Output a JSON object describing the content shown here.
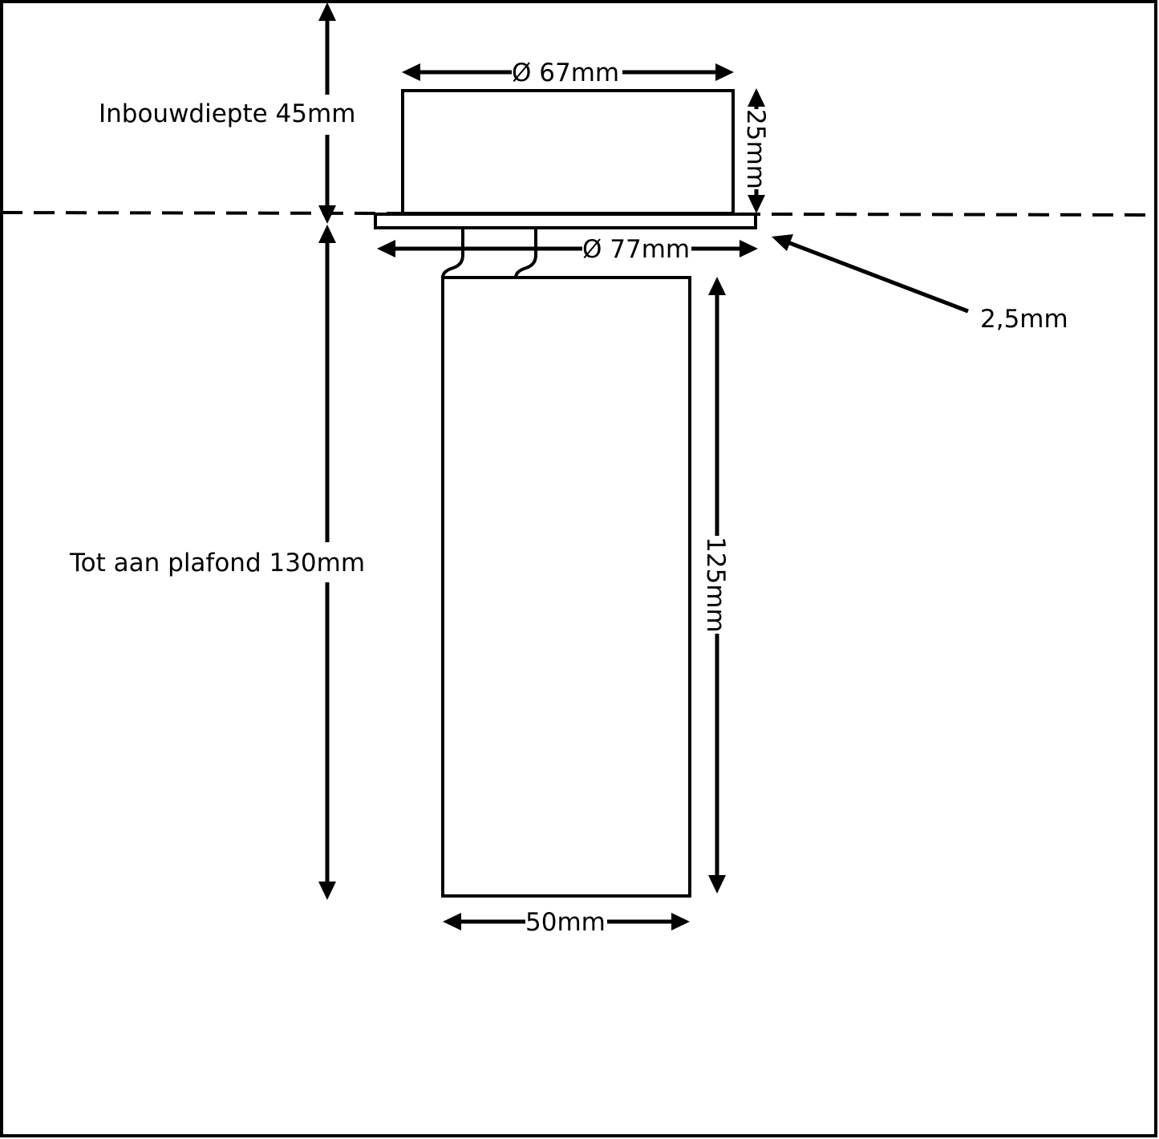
{
  "labels": {
    "inbouwdiepte": "Inbouwdiepte 45mm",
    "plafond": "Tot aan plafond 130mm",
    "diameter_top": "Ø 67mm",
    "height_top": "25mm",
    "diameter_flange": "Ø 77mm",
    "flange_thickness": "2,5mm",
    "height_body": "125mm",
    "width_body": "50mm"
  },
  "colors": {
    "stroke": "#000000",
    "background": "#ffffff"
  }
}
